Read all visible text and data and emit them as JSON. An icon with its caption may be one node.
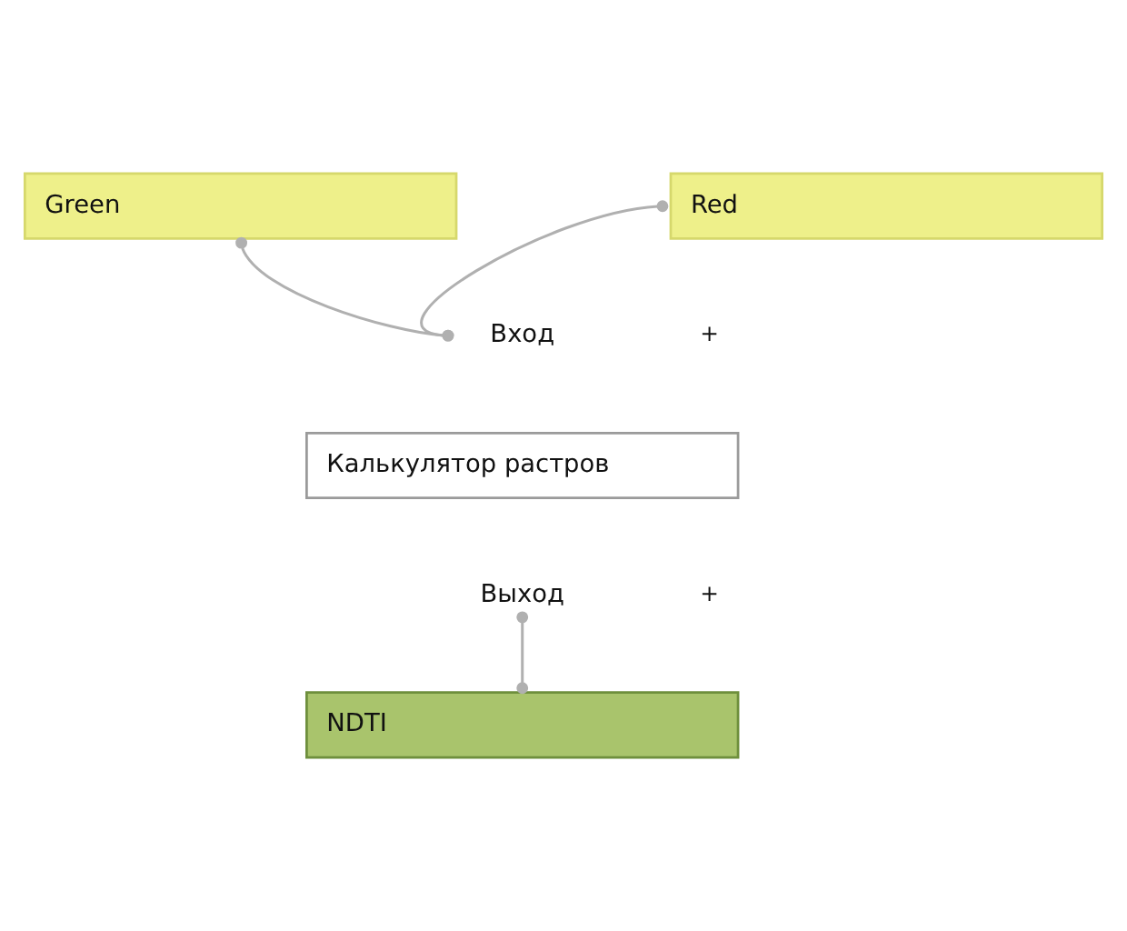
{
  "diagram": {
    "nodes": [
      {
        "text": [
          "Green"
        ]
      },
      {
        "text": [
          "Red"
        ]
      },
      {
        "text": [
          "Вход"
        ]
      },
      {
        "text": [
          "Калькулятор растров"
        ]
      },
      {
        "text": [
          "Выход"
        ]
      },
      {
        "text": [
          "NDTI"
        ]
      }
    ],
    "edges": [
      {
        "from": 0,
        "to": 2,
        "arrow": "other"
      },
      {
        "from": 1,
        "to": 2,
        "arrow": "other"
      },
      {
        "from": 4,
        "to": 5,
        "arrow": "other"
      }
    ],
    "labels": [
      "+",
      "+"
    ]
  }
}
